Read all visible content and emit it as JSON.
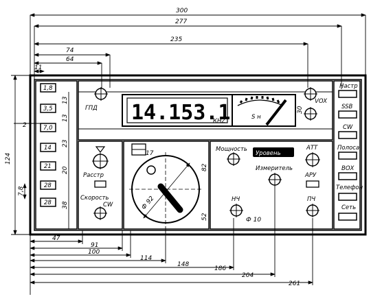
{
  "dimensions": {
    "d300": "300",
    "d277": "277",
    "d235": "235",
    "d74": "74",
    "d64": "64",
    "d11": "11",
    "d124": "124",
    "d2": "2",
    "d7_8": "7,8",
    "d47": "47",
    "d91": "91",
    "d100": "100",
    "d114": "114",
    "d148": "148",
    "d186": "186",
    "d204": "204",
    "d261": "261",
    "d13": "13",
    "d13b": "13",
    "d23": "23",
    "d20": "20",
    "d38": "38",
    "d30": "30",
    "d82": "82",
    "d52": "52",
    "d17": "17",
    "phi92": "Ф 92",
    "phi10": "Ф 10"
  },
  "display": {
    "frequency": "14.153.1",
    "unit": "КНZ",
    "meter_label": "S н"
  },
  "left_buttons": [
    "1,8",
    "3,5",
    "7,0",
    "14",
    "21",
    "28",
    "28"
  ],
  "right_buttons": [
    "Настр",
    "SSB",
    "CW",
    "Полоса",
    "ВОХ",
    "Телефон",
    "Сеть"
  ],
  "labels": {
    "gpd": "ГПД",
    "rasstr": "Расстр",
    "skorost": "Скорость",
    "cw": "CW",
    "moshnost": "Мощность",
    "urovni": "Уровень",
    "izmeritel": "Измеритель",
    "att": "АТТ",
    "aru": "АРУ",
    "nch": "НЧ",
    "pch": "ПЧ",
    "vox": "VOX"
  }
}
